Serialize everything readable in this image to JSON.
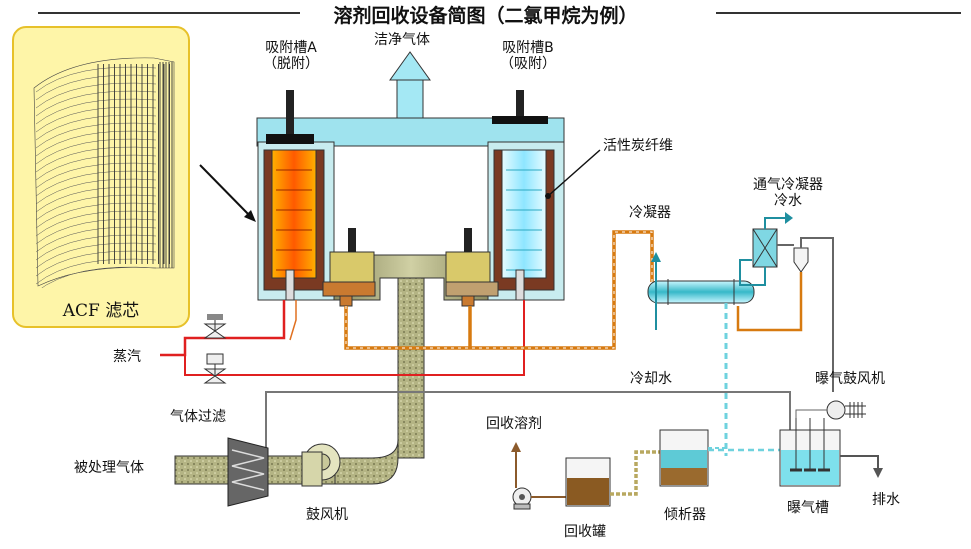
{
  "title": "溶剂回收设备简图（二氯甲烷为例）",
  "acf_panel": {
    "label": "ACF 滤芯"
  },
  "labels": {
    "tank_a_line1": "吸附槽A",
    "tank_a_line2": "（脱附）",
    "clean_gas": "洁净气体",
    "tank_b_line1": "吸附槽B",
    "tank_b_line2": "（吸附）",
    "activated_carbon_fiber": "活性炭纤维",
    "vent_condenser": "通气冷凝器",
    "cold_water_top": "冷水",
    "condenser": "冷凝器",
    "steam": "蒸汽",
    "cooling_water": "冷却水",
    "aeration_blower": "曝气鼓风机",
    "gas_filter": "气体过滤",
    "recovered_solvent": "回收溶剂",
    "treated_gas": "被处理气体",
    "blower": "鼓风机",
    "recovery_tank": "回收罐",
    "decanter": "倾析器",
    "aeration_tank": "曝气槽",
    "drain": "排水"
  },
  "colors": {
    "hot_core": "#ff6a00",
    "cold_core": "#a8f0ff",
    "steam_line": "#e02020",
    "condensate_line": "#d77a10",
    "cooling_line": "#20b8c8",
    "duct": "#b9b98a",
    "panel": "#fef5a8"
  }
}
